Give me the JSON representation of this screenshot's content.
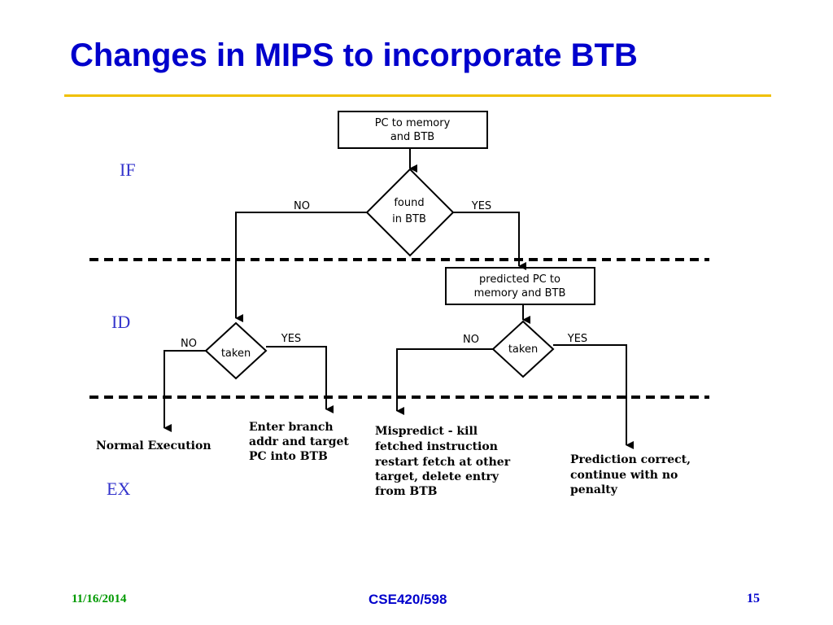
{
  "slide": {
    "title": "Changes in MIPS to incorporate BTB",
    "footer_date": "11/16/2014",
    "footer_course": "CSE420/598",
    "page_number": "15"
  },
  "colors": {
    "title": "#0000cc",
    "rule": "#f0c000",
    "stage_label": "#3333cc",
    "footer_date": "#009900",
    "lines": "#000000"
  },
  "stages": {
    "if": "IF",
    "id": "ID",
    "ex": "EX"
  },
  "nodes": {
    "pc_box": [
      "PC to memory",
      "and BTB"
    ],
    "found_diamond": [
      "found",
      "in BTB"
    ],
    "predicted_box": [
      "predicted PC to",
      "memory and BTB"
    ],
    "taken_left": "taken",
    "taken_right": "taken"
  },
  "edges": {
    "found_no": "NO",
    "found_yes": "YES",
    "left_no": "NO",
    "left_yes": "YES",
    "right_no": "NO",
    "right_yes": "YES"
  },
  "outcomes": {
    "normal": "Normal Execution",
    "enter_branch": [
      "Enter branch",
      "addr and target",
      "PC into BTB"
    ],
    "mispredict": [
      "Mispredict - kill",
      "fetched instruction",
      "restart fetch at other",
      "target, delete entry",
      "from BTB"
    ],
    "correct": [
      "Prediction correct,",
      "continue with no",
      "penalty"
    ]
  }
}
